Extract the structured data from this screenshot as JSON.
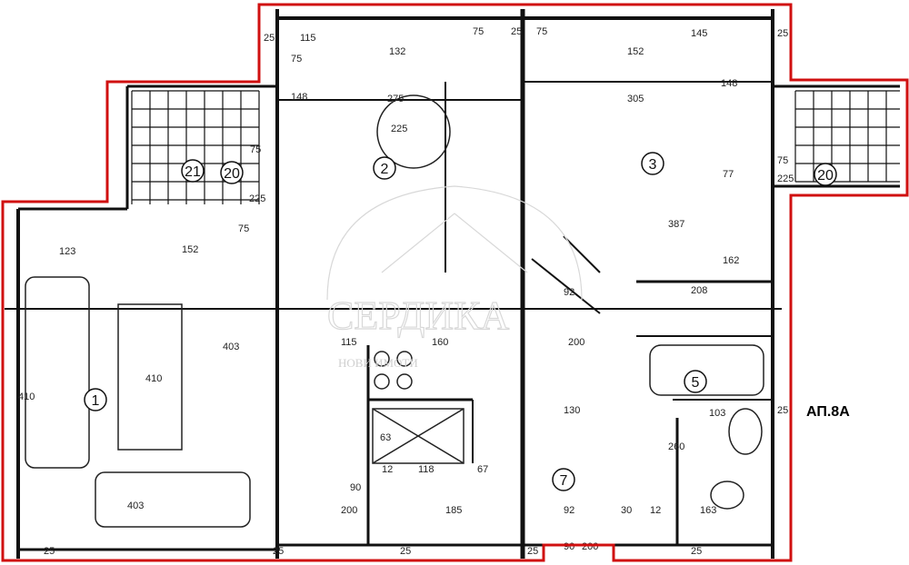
{
  "apartment_label": "АП.8А",
  "watermark": {
    "brand": "СЕРДИКА",
    "tagline": "НОВИ ИМОТИ"
  },
  "colors": {
    "outline": "#d01010",
    "walls": "#111111",
    "watermark": "#d8d8d8"
  },
  "rooms": [
    "1",
    "2",
    "3",
    "5",
    "7",
    "20",
    "21",
    "20"
  ],
  "dimensions": [
    "25",
    "115",
    "132",
    "75",
    "25",
    "75",
    "152",
    "145",
    "25",
    "75",
    "148",
    "275",
    "225",
    "305",
    "148",
    "123",
    "152",
    "75",
    "387",
    "77",
    "162",
    "410",
    "403",
    "410",
    "160",
    "92",
    "200",
    "208",
    "115",
    "130",
    "63",
    "12",
    "118",
    "67",
    "103",
    "200",
    "260",
    "90",
    "185",
    "92",
    "30",
    "12",
    "403",
    "25",
    "25",
    "25",
    "25",
    "25",
    "75",
    "225",
    "75",
    "225",
    "200",
    "90",
    "163",
    "25"
  ]
}
